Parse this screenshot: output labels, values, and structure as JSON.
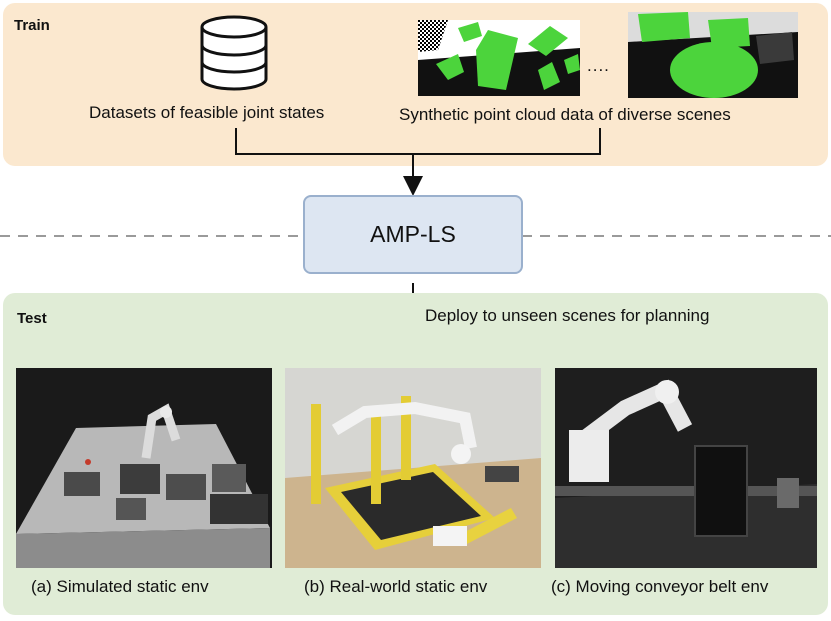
{
  "train": {
    "title": "Train",
    "dataset_caption": "Datasets of feasible joint states",
    "pointcloud_caption": "Synthetic point cloud data of diverse scenes",
    "ellipsis": "...."
  },
  "model": {
    "label": "AMP-LS"
  },
  "test": {
    "title": "Test",
    "deploy_caption": "Deploy to unseen scenes for planning",
    "panels": [
      {
        "caption": "(a) Simulated static env"
      },
      {
        "caption": "(b) Real-world static env"
      },
      {
        "caption": "(c) Moving conveyor belt env"
      }
    ]
  },
  "colors": {
    "train_bg": "#fbe8cf",
    "test_bg": "#e0ecd6",
    "box_fill": "#dde6f2",
    "box_border": "#9ab0cd",
    "pointcloud_green": "#4cd43c"
  }
}
